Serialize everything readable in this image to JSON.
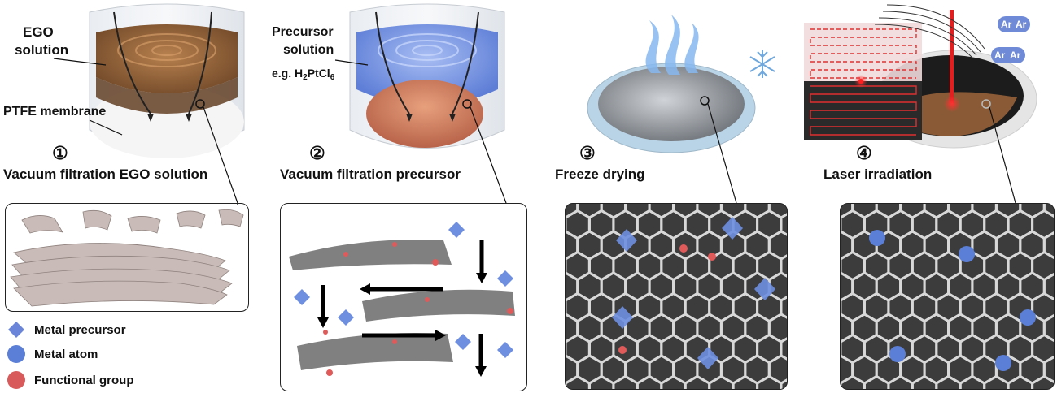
{
  "step1": {
    "number": "①",
    "title": "Vacuum filtration EGO solution",
    "label_solution_line1": "EGO",
    "label_solution_line2": "solution",
    "label_membrane": "PTFE membrane"
  },
  "step2": {
    "number": "②",
    "title": "Vacuum filtration precursor",
    "label_line1": "Precursor",
    "label_line2": "solution",
    "example_prefix": "e.g. H",
    "example_sub1": "2",
    "example_mid": "PtCl",
    "example_sub2": "6"
  },
  "step3": {
    "number": "③",
    "title": "Freeze drying"
  },
  "step4": {
    "number": "④",
    "title": "Laser irradiation",
    "gas_labels": [
      "Ar",
      "Ar",
      "Ar",
      "Ar"
    ]
  },
  "legend": {
    "items": [
      {
        "label": "Metal precursor",
        "symbol": "diamond",
        "color": "#6b86d8"
      },
      {
        "label": "Metal atom",
        "symbol": "circle",
        "color": "#5b7fd6"
      },
      {
        "label": "Functional group",
        "symbol": "circle",
        "color": "#d85a5a"
      }
    ]
  },
  "colors": {
    "ego": "#8a5a30",
    "precursor": "#6d8fe3",
    "laser": "#e02020",
    "graphene": "#d9d9d9"
  }
}
